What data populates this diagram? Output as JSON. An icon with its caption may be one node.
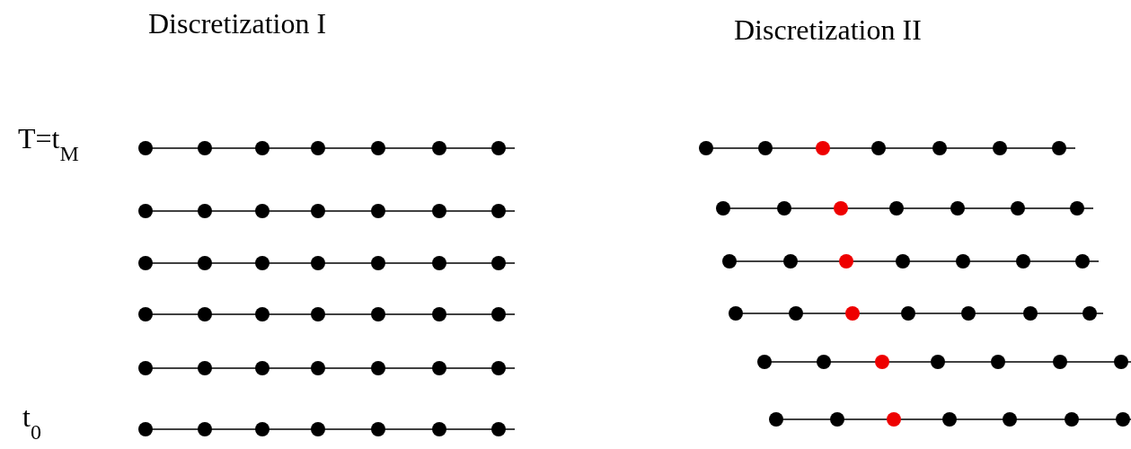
{
  "diagram": {
    "labels": [
      "Discretization I",
      "Discretization II",
      "T=t$_{M}$",
      "t$_{0}$"
    ]
  }
}
